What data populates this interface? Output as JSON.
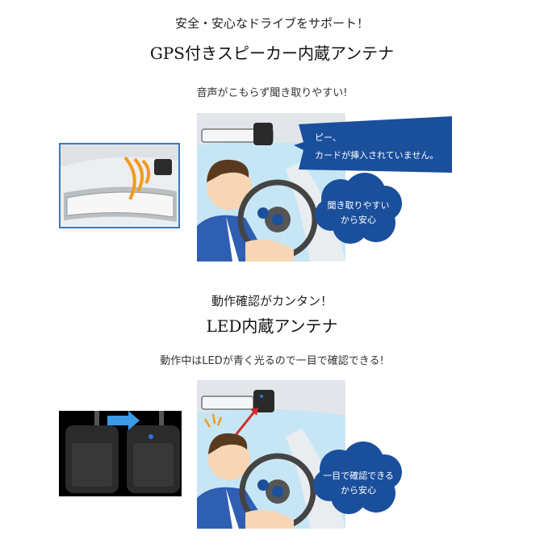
{
  "section1": {
    "tagline": "安全・安心なドライブをサポート！",
    "title": "GPS付きスピーカー内蔵アンテナ",
    "subtitle": "音声がこもらず聞き取りやすい!",
    "speech_line1": "ピー、",
    "speech_line2": "カードが挿入されていません。",
    "cloud_line1": "聞き取りやすい",
    "cloud_line2": "から安心"
  },
  "section2": {
    "tagline": "動作確認がカンタン！",
    "title": "LED内蔵アンテナ",
    "subtitle": "動作中はLEDが青く光るので一目で確認できる!",
    "cloud_line1": "一目で確認できる",
    "cloud_line2": "から安心"
  },
  "colors": {
    "brand_blue": "#1a4f9c",
    "sky": "#c6e6f5",
    "sound_orange": "#f39a1e",
    "arrow_red": "#d22b2b",
    "led_blue": "#2f6fe0"
  }
}
